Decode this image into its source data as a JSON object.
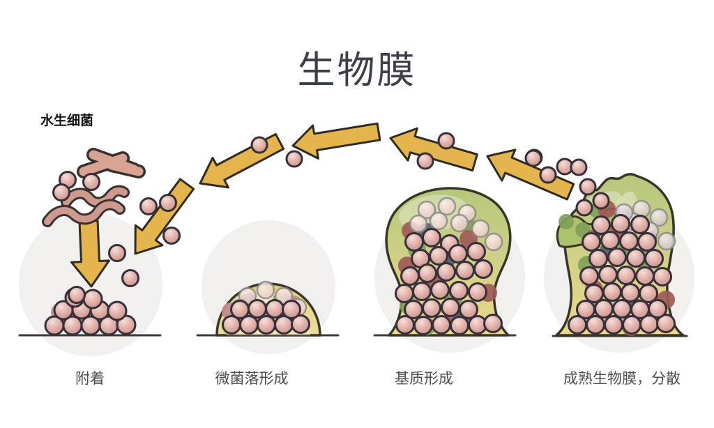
{
  "title": "生物膜",
  "aquatic_bacteria_label": "水生细菌",
  "stages": [
    {
      "id": "attachment",
      "label": "附着"
    },
    {
      "id": "microcolony-formation",
      "label": "微菌落形成"
    },
    {
      "id": "matrix-formation",
      "label": "基质形成"
    },
    {
      "id": "mature-biofilm-dispersal",
      "label": "成熟生物膜，分散"
    }
  ],
  "icons": {
    "attachment-arrow": "downward yellow arrow (cells settling onto surface)",
    "dispersal-arrows": "arc of five left-pointing yellow arrows (dispersal cycle back to attachment)",
    "planktonic-bacteria": "rod, coccus and spiral bacteria shapes"
  },
  "colors": {
    "background": "#ffffff",
    "title_color": "#3c4049",
    "label_color": "#4e4e4e",
    "aquatic_label_color": "#141414",
    "arrow_fill": "#e4b54d",
    "arrow_stroke": "#2f2b20",
    "cell_outline": "#35303a",
    "cell_pink": "#d9a49b",
    "shadow_cell_mauve": "#c28d89",
    "blob_green": "#7fa159",
    "blob_dark_red": "#9e5a55",
    "blob_slate": "#506070",
    "biofilm_green": "#b5c77b",
    "biofilm_yellow": "#ecd78b",
    "background_circle": "#f1f0ee",
    "surface_line": "#3b3b3b"
  }
}
